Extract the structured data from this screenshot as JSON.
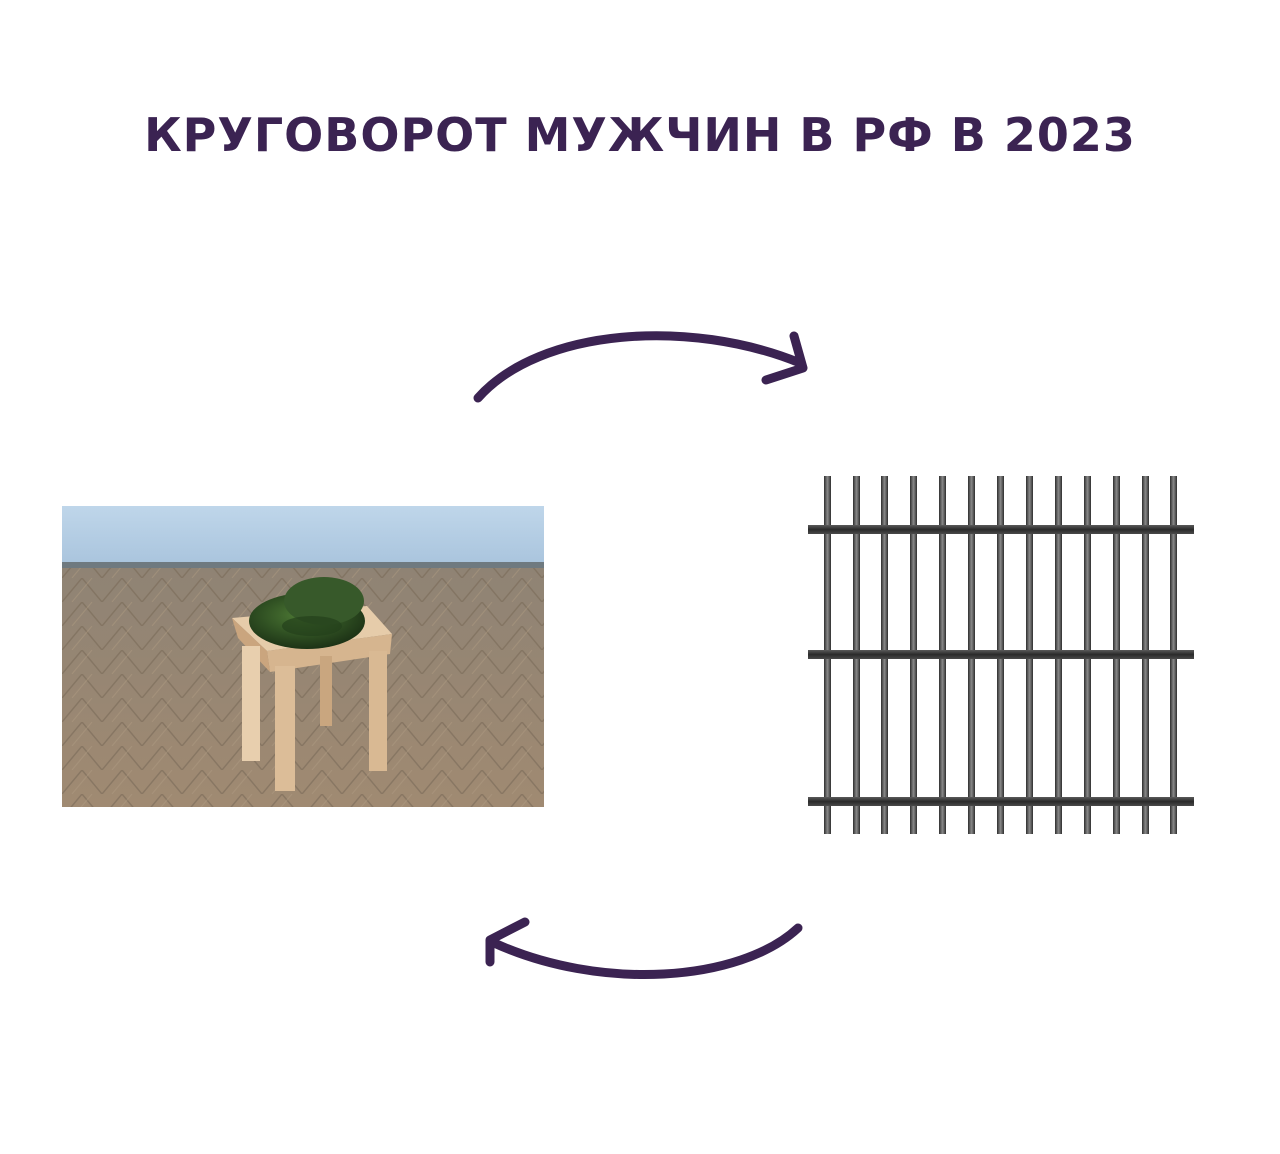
{
  "title": "КРУГОВОРОТ МУЖЧИН В РФ В 2023",
  "colors": {
    "accent": "#3b2352",
    "background": "#ffffff"
  },
  "arrows": [
    {
      "name": "arrow-top",
      "direction": "right"
    },
    {
      "name": "arrow-bottom",
      "direction": "left"
    }
  ],
  "images": {
    "left": "stool-with-military-cap",
    "right": "prison-bars"
  }
}
